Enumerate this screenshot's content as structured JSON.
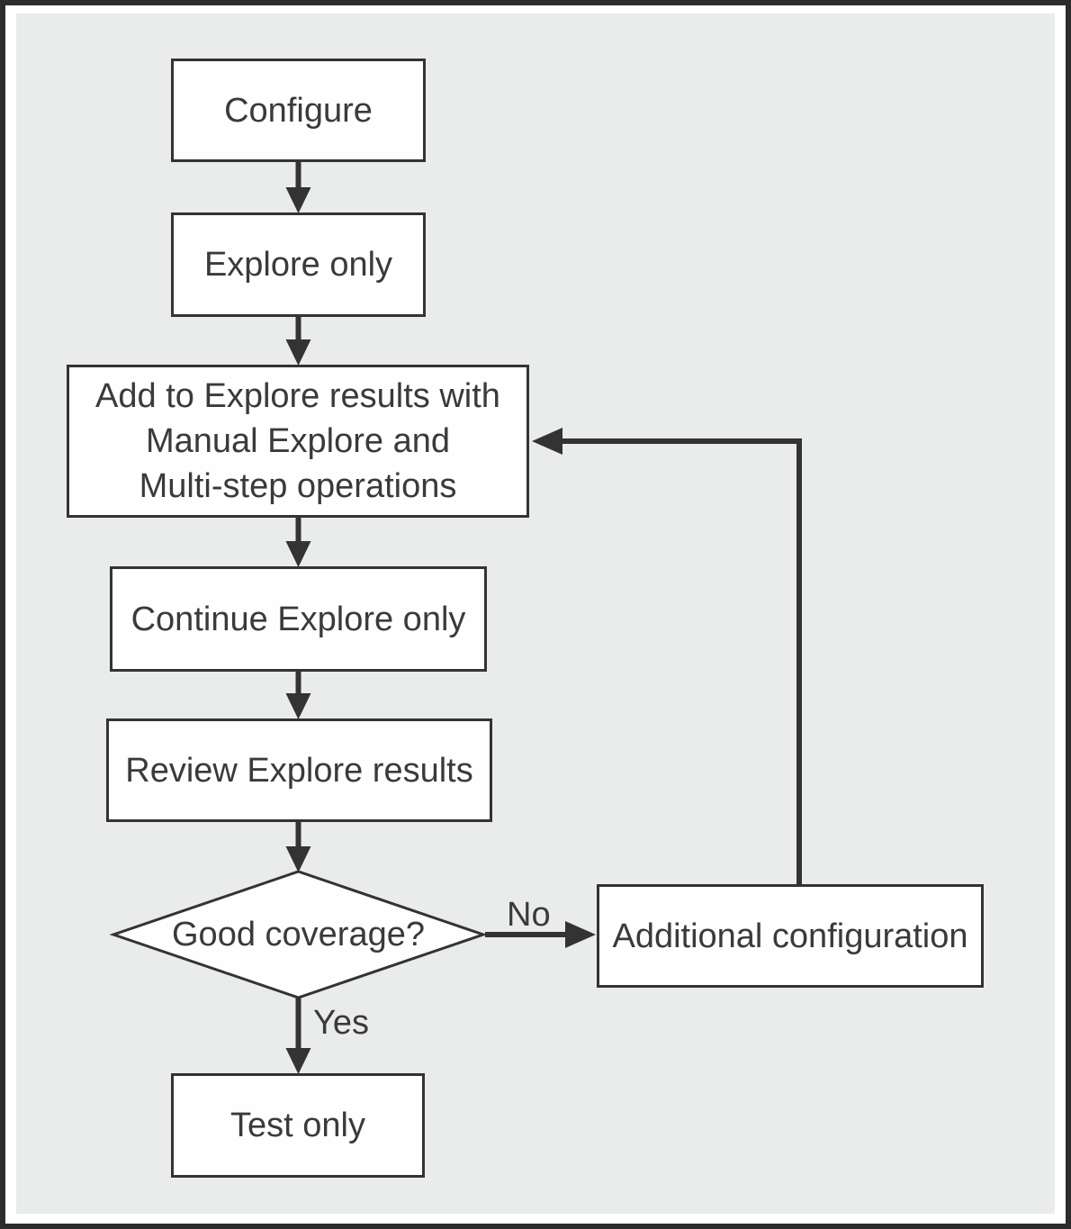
{
  "diagram": {
    "type": "flowchart",
    "colors": {
      "canvas_background": "#eaebeb",
      "frame_border": "#2b2d2d",
      "node_fill": "#fefefe",
      "line_stroke": "#333333",
      "text": "#3a3a3a"
    },
    "nodes": {
      "configure": "Configure",
      "explore_only": "Explore only",
      "add_to_explore": "Add to Explore results with\nManual Explore and\nMulti-step operations",
      "continue_explore": "Continue Explore only",
      "review_results": "Review Explore results",
      "good_coverage": "Good coverage?",
      "additional_config": "Additional configuration",
      "test_only": "Test only"
    },
    "edge_labels": {
      "no": "No",
      "yes": "Yes"
    },
    "flow": [
      "Configure -> Explore only",
      "Explore only -> Add to Explore results with Manual Explore and Multi-step operations",
      "Add to Explore results -> Continue Explore only",
      "Continue Explore only -> Review Explore results",
      "Review Explore results -> Good coverage?",
      "Good coverage? -No-> Additional configuration",
      "Additional configuration -> Add to Explore results (feedback loop)",
      "Good coverage? -Yes-> Test only"
    ]
  }
}
